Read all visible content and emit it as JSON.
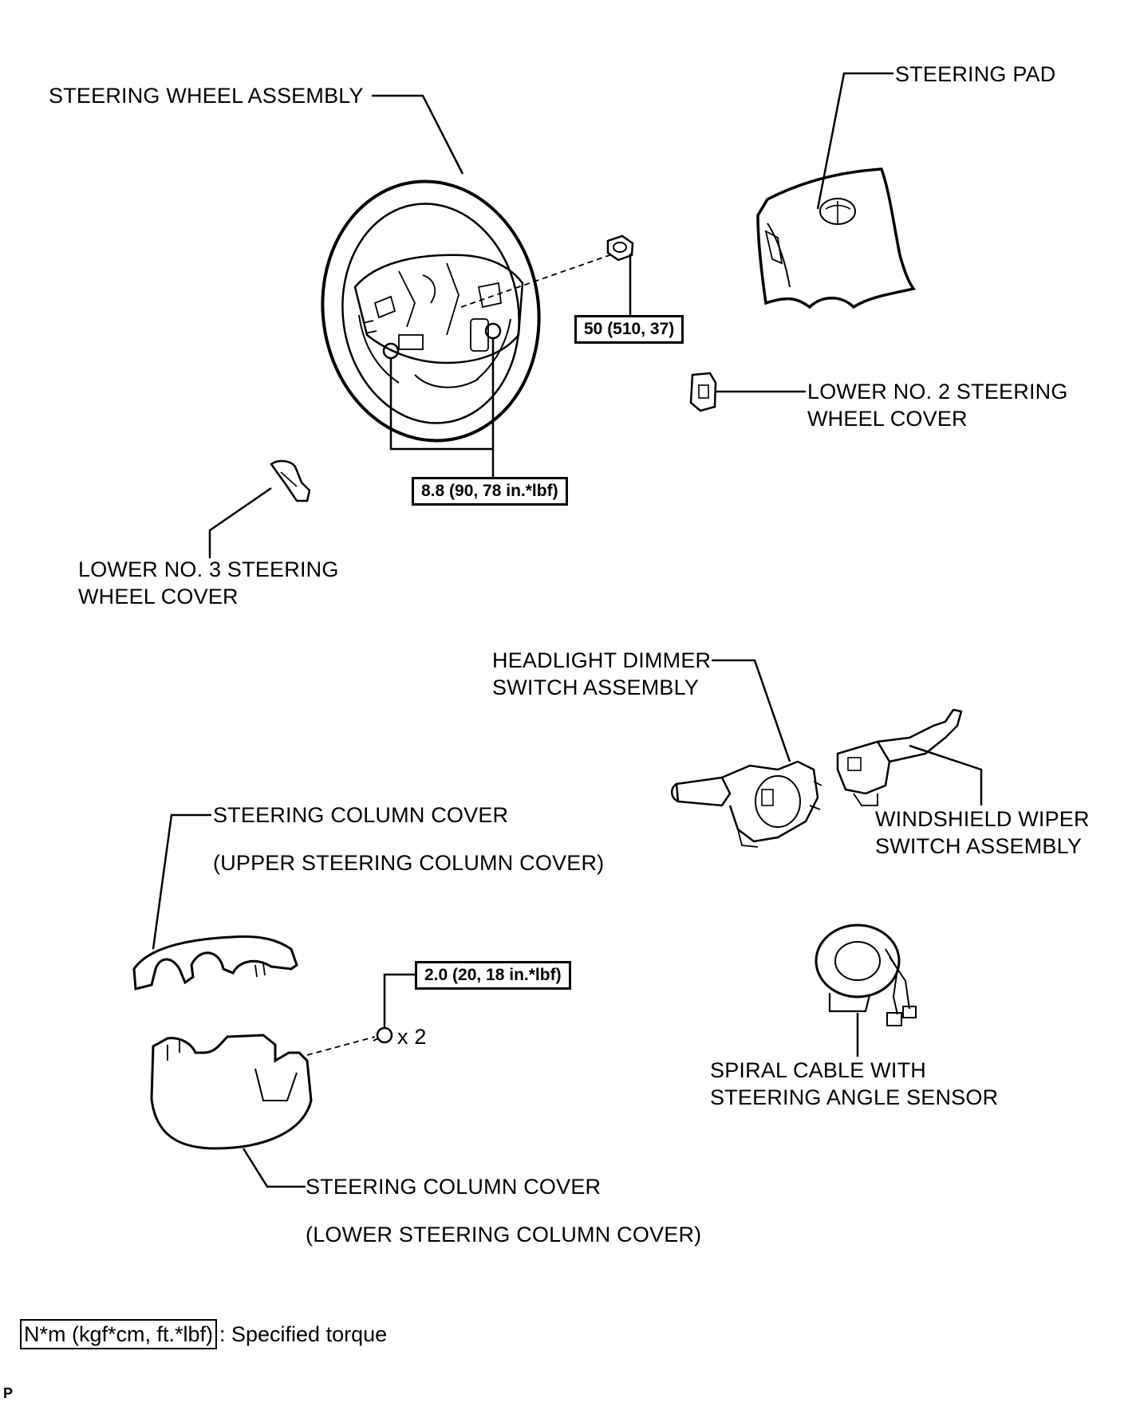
{
  "labels": {
    "steering_wheel_assembly": "STEERING WHEEL ASSEMBLY",
    "steering_pad": "STEERING PAD",
    "lower_no2_cover": [
      "LOWER NO. 2 STEERING",
      "WHEEL COVER"
    ],
    "lower_no3_cover": [
      "LOWER NO. 3 STEERING",
      "WHEEL COVER"
    ],
    "headlight_dimmer": [
      "HEADLIGHT DIMMER",
      "SWITCH ASSEMBLY"
    ],
    "windshield_wiper": [
      "WINDSHIELD WIPER",
      "SWITCH ASSEMBLY"
    ],
    "upper_column_cover": [
      "STEERING COLUMN COVER",
      "(UPPER STEERING COLUMN COVER)"
    ],
    "lower_column_cover": [
      "STEERING COLUMN COVER",
      "(LOWER STEERING COLUMN COVER)"
    ],
    "spiral_cable": [
      "SPIRAL CABLE WITH",
      "STEERING ANGLE SENSOR"
    ],
    "quantity": "x 2"
  },
  "torques": {
    "nut": "50 (510, 37)",
    "bolts": "8.8 (90, 78 in.*lbf)",
    "screws": "2.0 (20, 18 in.*lbf)"
  },
  "legend": {
    "unit": "N*m (kgf*cm, ft.*lbf)",
    "text": ": Specified torque"
  },
  "footer_code": "P"
}
